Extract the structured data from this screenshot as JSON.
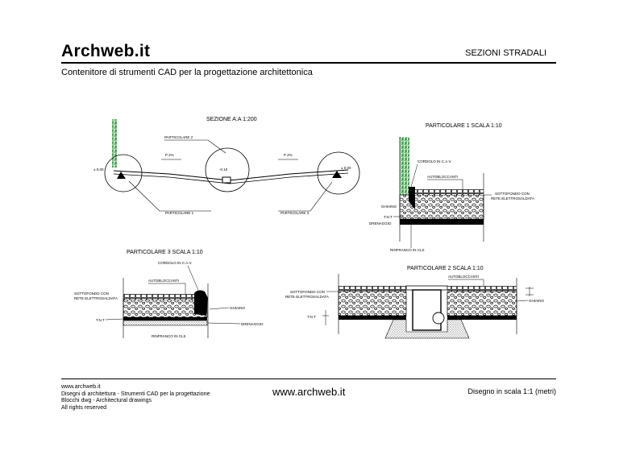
{
  "header": {
    "brand": "Archweb.it",
    "section_title": "SEZIONI STRADALI",
    "subtitle": "Contenitore di strumenti CAD per la progettazione architettonica"
  },
  "drawing": {
    "sezione_title": "SEZIONE A:A 1:200",
    "p1_title": "PARTICOLARE 1 SCALA 1:10",
    "p2_title": "PARTICOLARE 2 SCALA 1:10",
    "p3_title": "PARTICOLARE 3 SCALA 1:10",
    "labels": {
      "particolare2": "PARTICOLARE 2",
      "particolare1": "PARTICOLARE 1",
      "particolare3": "PARTICOLARE 3",
      "slope": "P 2%",
      "level_zero": "± 0.00",
      "level_minus": "-0.10",
      "cordolo": "CORDOLO IN C.A.V.",
      "autobloccanti": "AUTOBLOCCANTI",
      "sottofondo_1": "SOTTOFONDO CON",
      "sottofondo_2": "RETE ELETTROSALDATA",
      "ghiaino": "GHIAINO",
      "tnt": "T.N.T",
      "drenaggio": "DRENAGGIO",
      "rinfranco": "RINFRANCO IN CLS"
    },
    "colors": {
      "grass": "#2e9e3a",
      "line": "#000000"
    }
  },
  "footer": {
    "lines": [
      "www.archweb.it",
      "Disegni di architettura - Strumenti CAD  per la progettazione",
      "Blocchi dwg - Architectural drawings",
      "All rights reserved"
    ],
    "center": "www.archweb.it",
    "scale": "Disegno in scala 1:1 (metri)"
  }
}
